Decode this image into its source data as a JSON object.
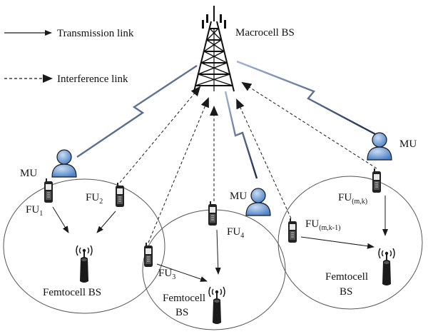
{
  "legend": {
    "transmission": "Transmission link",
    "interference": "Interference link"
  },
  "macrocell": {
    "label": "Macrocell BS"
  },
  "mobile_users": [
    {
      "label": "MU"
    },
    {
      "label": "MU"
    },
    {
      "label": "MU"
    }
  ],
  "femtocells": [
    {
      "label_line1": "Femtocell BS",
      "label_line2": ""
    },
    {
      "label_line1": "Femtocell",
      "label_line2": "BS"
    },
    {
      "label_line1": "Femtocell",
      "label_line2": "BS"
    }
  ],
  "femto_users": [
    {
      "base": "FU",
      "sub": "1"
    },
    {
      "base": "FU",
      "sub": "2"
    },
    {
      "base": "FU",
      "sub": "3"
    },
    {
      "base": "FU",
      "sub": "4"
    },
    {
      "base": "FU",
      "sub": "(m,k)"
    },
    {
      "base": "FU",
      "sub": "(m,k-1)"
    }
  ],
  "colors": {
    "lightning": "#1a2a4a",
    "link": "#1a1a1a",
    "tower": "#111111",
    "person_body": "#5a8fd0",
    "person_outline": "#1a1a1a"
  }
}
